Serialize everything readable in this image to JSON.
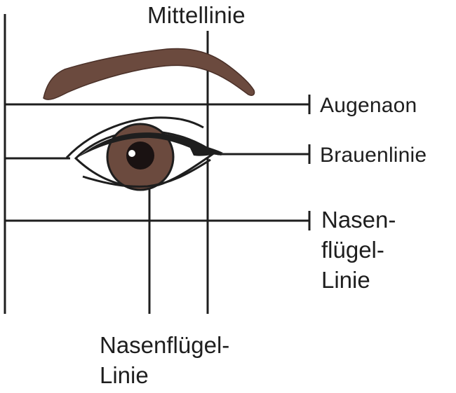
{
  "labels": {
    "top": "Mittellinie",
    "right_1": "Augenaon",
    "right_2": "Brauenlinie",
    "right_3": [
      "Nasen-",
      "flügel-",
      "Linie"
    ],
    "bottom": [
      "Nasenflügel-",
      "Linie"
    ]
  },
  "colors": {
    "line": "#1e1e1e",
    "brow": "#6b4a3e",
    "iris": "#6b4a3e",
    "pupil": "#1a1212",
    "background": "#ffffff"
  }
}
